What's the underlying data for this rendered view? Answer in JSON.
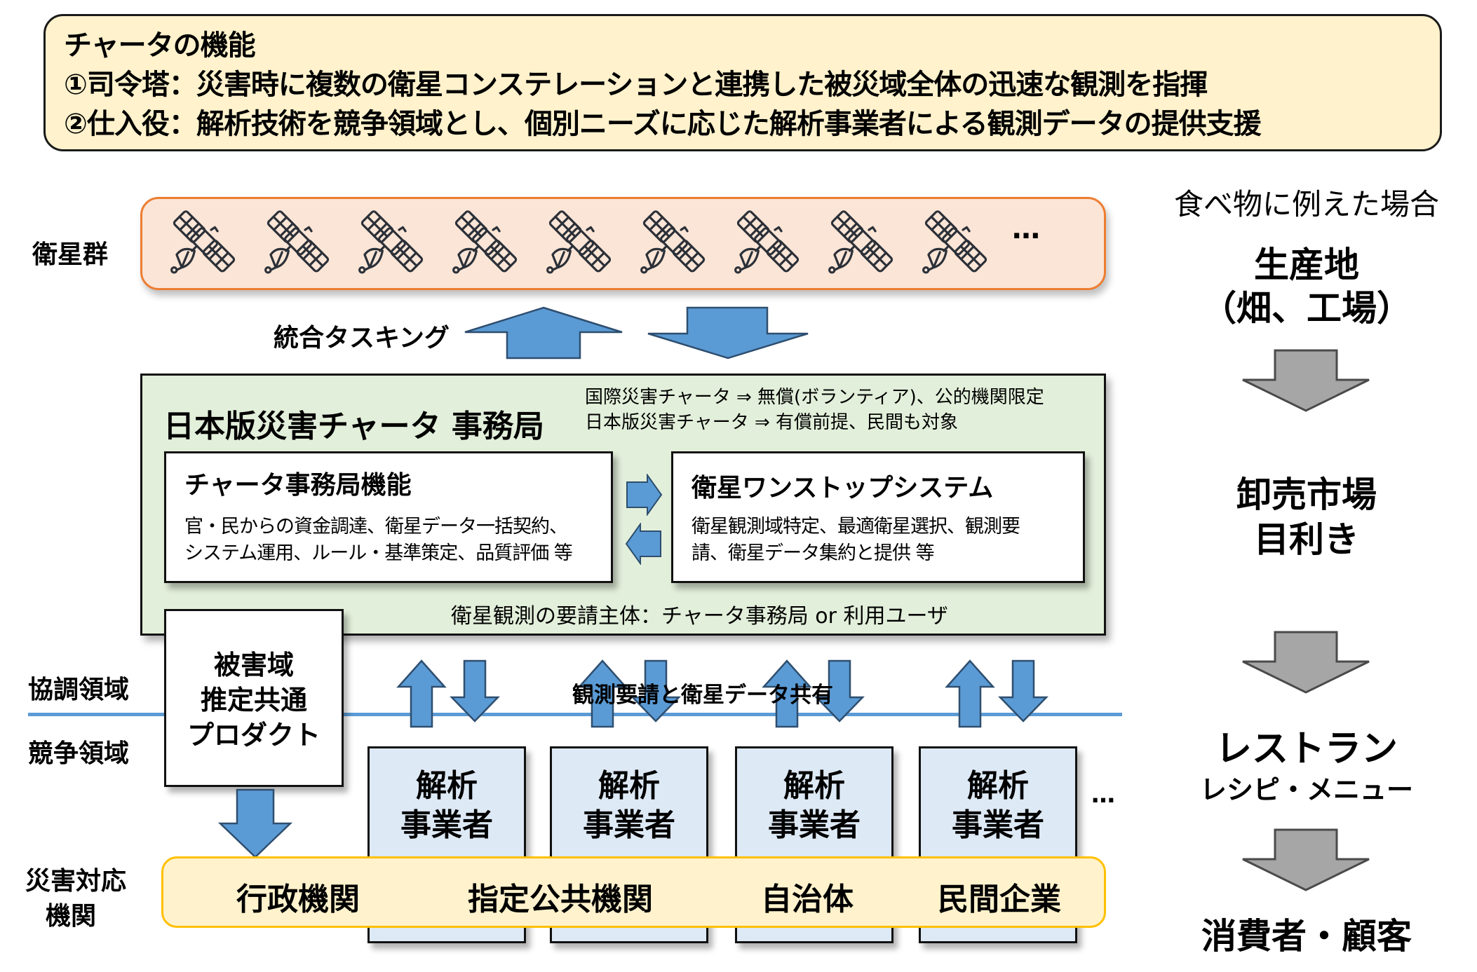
{
  "summary": {
    "title": "チャータの機能",
    "line1": "①司令塔：災害時に複数の衛星コンステレーションと連携した被災域全体の迅速な観測を指揮",
    "line2": "②仕入役：解析技術を競争領域とし、個別ニーズに応じた解析事業者による観測データの提供支援"
  },
  "row_labels": {
    "satellites": "衛星群",
    "cooperative": "協調領域",
    "competitive": "競争領域",
    "disaster_orgs_line1": "災害対応",
    "disaster_orgs_line2": "機関"
  },
  "satellite_group": {
    "icon": "satellite-icon",
    "count_shown": 9,
    "more": "…"
  },
  "tasking_label": "統合タスキング",
  "secretariat": {
    "title": "日本版災害チャータ 事務局",
    "note_line1": "国際災害チャータ ⇒ 無償(ボランティア)、公的機関限定",
    "note_line2": "日本版災害チャータ ⇒ 有償前提、民間も対象",
    "functions": {
      "title": "チャータ事務局機能",
      "desc_line1": "官・民からの資金調達、衛星データ一括契約、",
      "desc_line2": "システム運用、ルール・基準策定、品質評価 等"
    },
    "onestop": {
      "title": "衛星ワンストップシステム",
      "desc_line1": "衛星観測域特定、最適衛星選択、観測要",
      "desc_line2": "請、衛星データ集約と提供 等"
    },
    "requester": "衛星観測の要請主体：チャータ事務局 or 利用ユーザ"
  },
  "damage_product": {
    "line1": "被害域",
    "line2": "推定共通",
    "line3": "プロダクト"
  },
  "data_sharing_label": "観測要請と衛星データ共有",
  "analysts": [
    {
      "line1": "解析",
      "line2": "事業者"
    },
    {
      "line1": "解析",
      "line2": "事業者"
    },
    {
      "line1": "解析",
      "line2": "事業者"
    },
    {
      "line1": "解析",
      "line2": "事業者"
    }
  ],
  "analysts_more": "…",
  "orgs": [
    "行政機関",
    "指定公共機関",
    "自治体",
    "民間企業"
  ],
  "analogy": {
    "heading": "食べ物に例えた場合",
    "stage1_line1": "生産地",
    "stage1_line2": "（畑、工場）",
    "stage2_line1": "卸売市場",
    "stage2_line2": "目利き",
    "stage3_line1": "レストラン",
    "stage3_line2": "レシピ・メニュー",
    "stage4_line1": "消費者・顧客"
  },
  "colors": {
    "summary_bg": "#fff2cc",
    "satellite_bg": "#fbe5d6",
    "satellite_border": "#ed7d31",
    "secretariat_bg": "#e2efda",
    "analyst_bg": "#dde9f5",
    "orgs_border": "#ffc000",
    "arrow_blue": "#5b9bd5",
    "arrow_gray": "#a6a6a6",
    "divider": "#5b9bd5"
  }
}
